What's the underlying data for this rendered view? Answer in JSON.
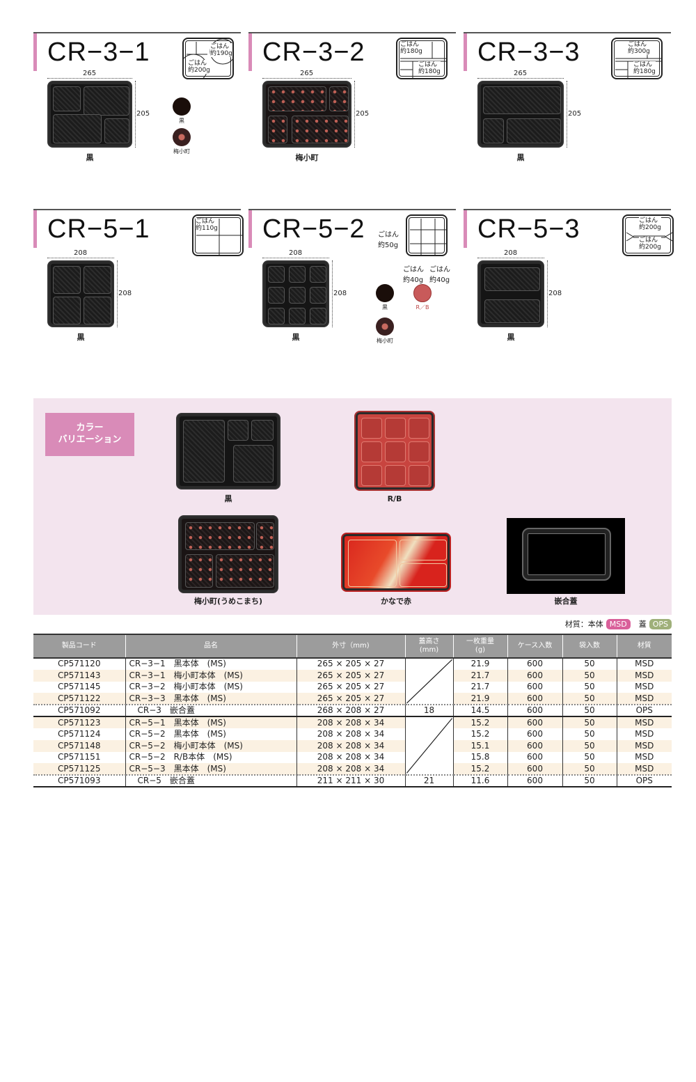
{
  "cards": [
    {
      "title": "CR−3−1",
      "width": "265",
      "height": "205",
      "color": "黒",
      "diagram": [
        "ごはん\n約190g",
        "ごはん\n約200g"
      ],
      "swatches": [
        {
          "label": "黒",
          "color": "#1a0e0a"
        },
        {
          "label": "梅小町",
          "color": "#3a2020"
        }
      ]
    },
    {
      "title": "CR−3−2",
      "width": "265",
      "height": "205",
      "color": "梅小町",
      "diagram": [
        "ごはん\n約180g",
        "ごはん\n約180g"
      ],
      "swatches": []
    },
    {
      "title": "CR−3−3",
      "width": "265",
      "height": "205",
      "color": "黒",
      "diagram": [
        "ごはん\n約300g",
        "ごはん\n約180g"
      ],
      "swatches": []
    },
    {
      "title": "CR−5−1",
      "width": "208",
      "height": "208",
      "color": "黒",
      "diagram": [
        "ごはん\n約110g"
      ],
      "swatches": []
    },
    {
      "title": "CR−5−2",
      "width": "208",
      "height": "208",
      "color": "黒",
      "diagram": [
        "ごはん\n約50g",
        "ごはん\n約40g",
        "ごはん\n約40g"
      ],
      "swatches": [
        {
          "label": "黒",
          "color": "#1a0e0a"
        },
        {
          "label": "R／B",
          "color": "#c85a5a"
        },
        {
          "label": "梅小町",
          "color": "#3a2020"
        }
      ]
    },
    {
      "title": "CR−5−3",
      "width": "208",
      "height": "208",
      "color": "黒",
      "diagram": [
        "ごはん\n約200g",
        "ごはん\n約200g"
      ],
      "swatches": []
    }
  ],
  "variation": {
    "label": "カラー\nバリエーション",
    "items": [
      {
        "name": "黒"
      },
      {
        "name": "R/B"
      },
      {
        "name": "梅小町(うめこまち)"
      },
      {
        "name": "かなで赤"
      },
      {
        "name": "嵌合蓋"
      }
    ]
  },
  "material": {
    "prefix": "材質：本体",
    "body": "MSD",
    "lid_label": "蓋",
    "lid": "OPS",
    "body_color": "#d9609a",
    "lid_color": "#9fb07a"
  },
  "table": {
    "headers": [
      "製品コード",
      "品名",
      "外寸（mm)",
      "蓋高さ\n(mm)",
      "一枚重量\n(g)",
      "ケース入数",
      "袋入数",
      "材質"
    ],
    "groups": [
      {
        "rows": [
          [
            "CP571120",
            "CR−3−1　黒本体　(MS)",
            "265 × 205 × 27",
            "",
            "21.9",
            "600",
            "50",
            "MSD"
          ],
          [
            "CP571143",
            "CR−3−1　梅小町本体　(MS)",
            "265 × 205 × 27",
            "",
            "21.7",
            "600",
            "50",
            "MSD"
          ],
          [
            "CP571145",
            "CR−3−2　梅小町本体　(MS)",
            "265 × 205 × 27",
            "",
            "21.7",
            "600",
            "50",
            "MSD"
          ],
          [
            "CP571122",
            "CR−3−3　黒本体　(MS)",
            "265 × 205 × 27",
            "",
            "21.9",
            "600",
            "50",
            "MSD"
          ]
        ],
        "lid": [
          "CP571092",
          "　CR−3　嵌合蓋",
          "268 × 208 × 27",
          "18",
          "14.5",
          "600",
          "50",
          "OPS"
        ]
      },
      {
        "rows": [
          [
            "CP571123",
            "CR−5−1　黒本体　(MS)",
            "208 × 208 × 34",
            "",
            "15.2",
            "600",
            "50",
            "MSD"
          ],
          [
            "CP571124",
            "CR−5−2　黒本体　(MS)",
            "208 × 208 × 34",
            "",
            "15.2",
            "600",
            "50",
            "MSD"
          ],
          [
            "CP571148",
            "CR−5−2　梅小町本体　(MS)",
            "208 × 208 × 34",
            "",
            "15.1",
            "600",
            "50",
            "MSD"
          ],
          [
            "CP571151",
            "CR−5−2　R/B本体　(MS)",
            "208 × 208 × 34",
            "",
            "15.8",
            "600",
            "50",
            "MSD"
          ],
          [
            "CP571125",
            "CR−5−3　黒本体　(MS)",
            "208 × 208 × 34",
            "",
            "15.2",
            "600",
            "50",
            "MSD"
          ]
        ],
        "lid": [
          "CP571093",
          "　CR−5　嵌合蓋",
          "211 × 211 × 30",
          "21",
          "11.6",
          "600",
          "50",
          "OPS"
        ]
      }
    ]
  }
}
